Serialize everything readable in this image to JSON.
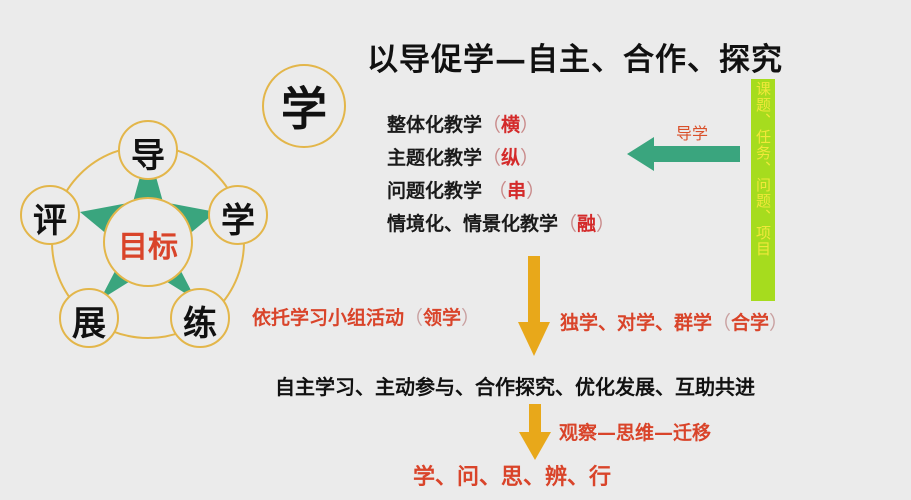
{
  "title": "以导促学—自主、合作、探究",
  "learn_circle": {
    "char": "学"
  },
  "pentagon": {
    "center": "目标",
    "nodes": [
      "导",
      "学",
      "练",
      "展",
      "评"
    ],
    "colors": {
      "ring": "#e3b64a",
      "star": "#3aa57e",
      "center_text": "#d9442a"
    }
  },
  "methods": [
    {
      "label": "整体化教学",
      "tag": "横"
    },
    {
      "label": "主题化教学",
      "tag": "纵"
    },
    {
      "label": "问题化教学",
      "tag": "串"
    },
    {
      "label": "情境化、情景化教学",
      "tag": "融"
    }
  ],
  "guide_arrow": {
    "label": "导学",
    "color": "#3aa57e"
  },
  "task_bar": {
    "text": "课题、任务、问题、项目",
    "bg": "#a6dc1e",
    "color": "#f0e83a"
  },
  "group_activity": {
    "text": "依托学习小组活动",
    "paren": "领学"
  },
  "learning_modes": {
    "text": "独学、对学、群学",
    "paren": "合学"
  },
  "outcomes": "自主学习、主动参与、合作探究、优化发展、互助共进",
  "process": "观察—思维—迁移",
  "final": "学、问、思、辨、行",
  "arrow_color": "#e8a81a"
}
